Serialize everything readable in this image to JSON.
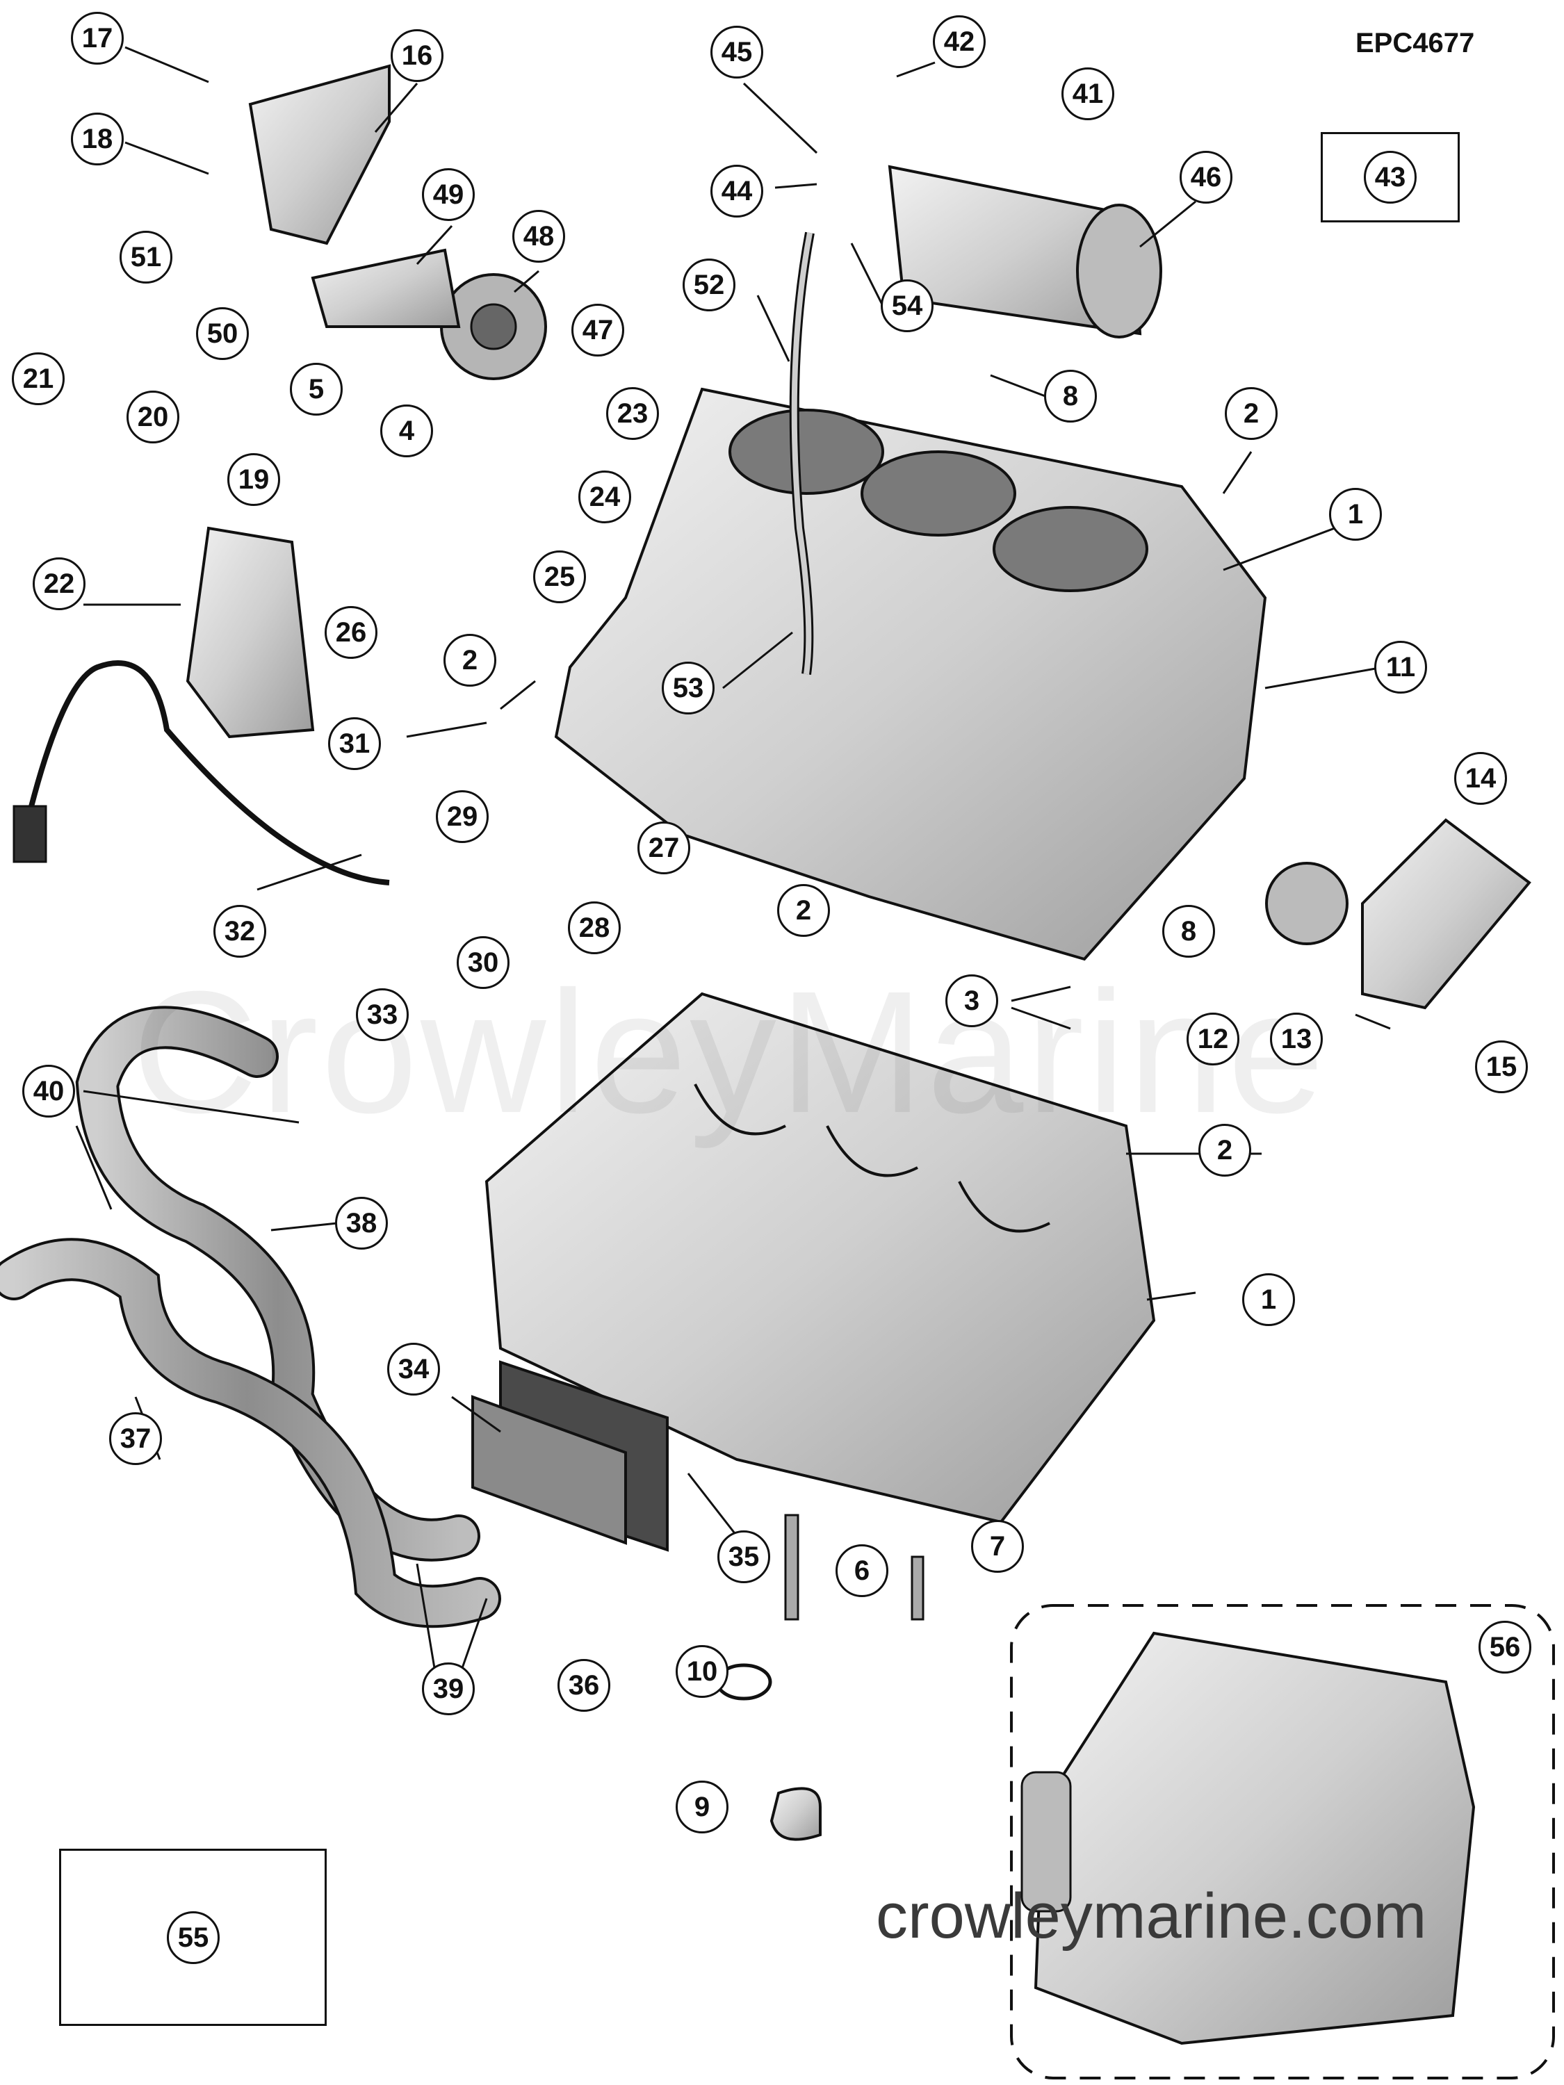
{
  "diagram": {
    "code": "EPC4677",
    "watermark": "CrowleyMarine",
    "website": "crowleymarine.com"
  },
  "callouts": {
    "c1a": "1",
    "c1b": "1",
    "c2a": "2",
    "c2b": "2",
    "c2c": "2",
    "c2d": "2",
    "c3": "3",
    "c4": "4",
    "c5": "5",
    "c6": "6",
    "c7": "7",
    "c8a": "8",
    "c8b": "8",
    "c9": "9",
    "c10": "10",
    "c11": "11",
    "c12": "12",
    "c13": "13",
    "c14": "14",
    "c15": "15",
    "c16": "16",
    "c17": "17",
    "c18": "18",
    "c19": "19",
    "c20": "20",
    "c21": "21",
    "c22": "22",
    "c23": "23",
    "c24": "24",
    "c25": "25",
    "c26": "26",
    "c27": "27",
    "c28": "28",
    "c29": "29",
    "c30": "30",
    "c31": "31",
    "c32": "32",
    "c33": "33",
    "c34": "34",
    "c35": "35",
    "c36": "36",
    "c37": "37",
    "c38": "38",
    "c39": "39",
    "c40": "40",
    "c41": "41",
    "c42": "42",
    "c43": "43",
    "c44": "44",
    "c45": "45",
    "c46": "46",
    "c47": "47",
    "c48": "48",
    "c49": "49",
    "c50": "50",
    "c51": "51",
    "c52": "52",
    "c53": "53",
    "c54": "54",
    "c55": "55",
    "c56": "56"
  },
  "colors": {
    "line": "#111111",
    "part_fill": "#d6d6d6",
    "part_shade": "#9a9a9a"
  }
}
